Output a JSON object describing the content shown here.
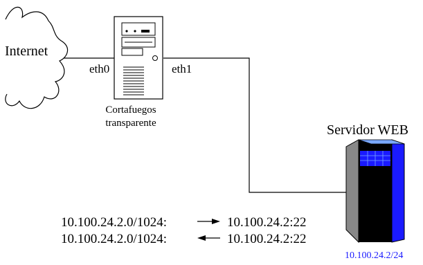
{
  "internet": {
    "label": "Internet"
  },
  "firewall": {
    "caption_line1": "Cortafuegos",
    "caption_line2": "transparente",
    "iface_left": "eth0",
    "iface_right": "eth1"
  },
  "server": {
    "title": "Servidor WEB",
    "ip": "10.100.24.2/24",
    "colors": {
      "front": "#000000",
      "side": "#1a1aff",
      "left_panel": "#888888",
      "top": "#7aa8ff",
      "ip_text": "#1a1aff"
    }
  },
  "rules": [
    {
      "source": "10.100.24.2.0/1024:",
      "direction": "right-arrow",
      "destination": "10.100.24.2:22"
    },
    {
      "source": "10.100.24.2.0/1024:",
      "direction": "left-arrow",
      "destination": "10.100.24.2:22"
    }
  ]
}
